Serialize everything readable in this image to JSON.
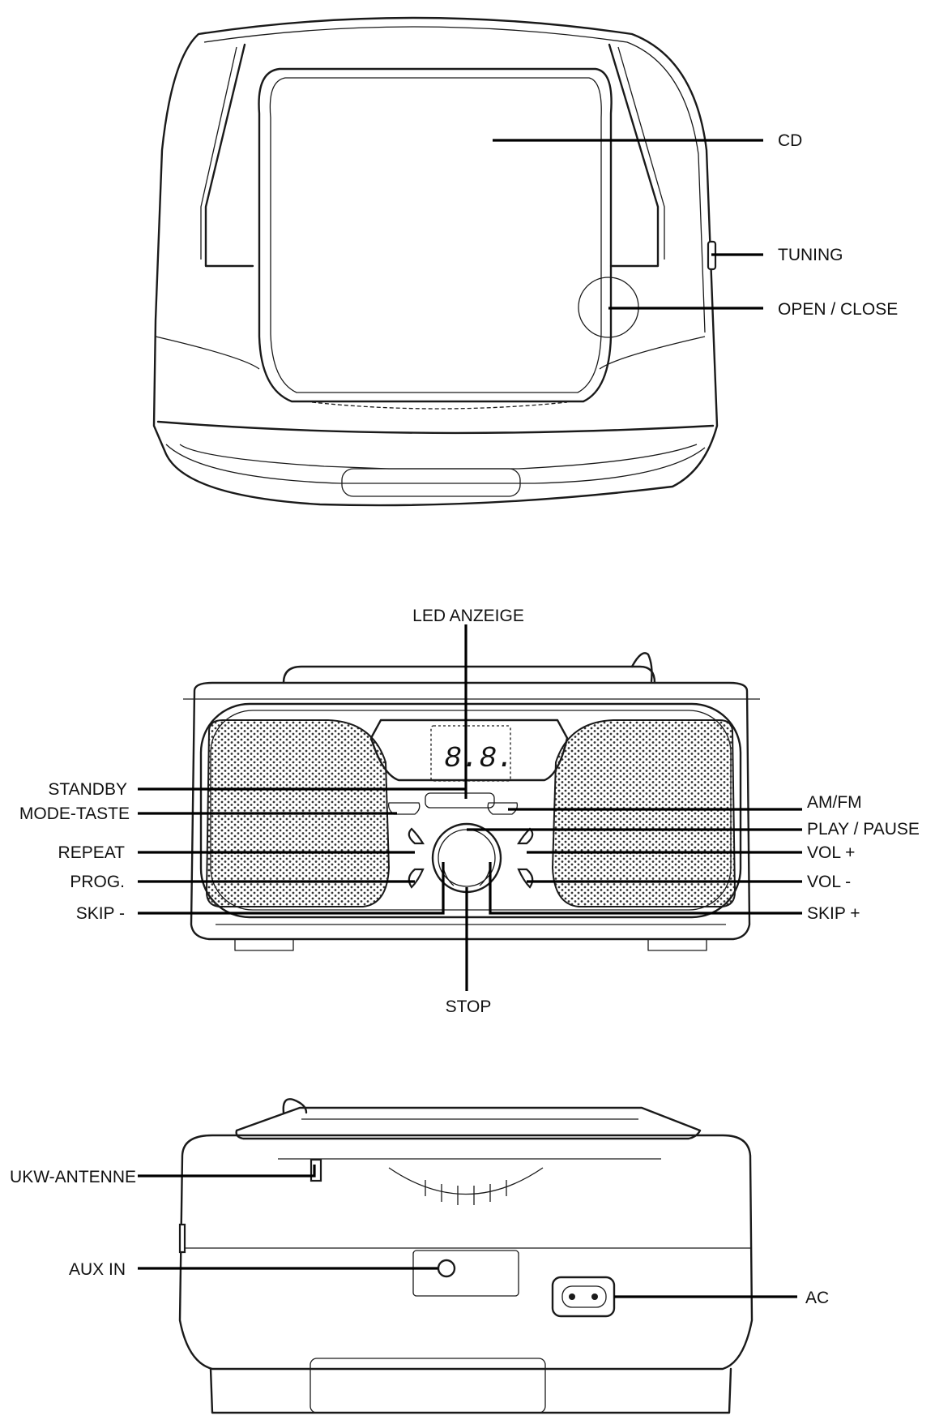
{
  "top_view": {
    "labels": {
      "cd": "CD",
      "tuning": "TUNING",
      "open_close": "OPEN / CLOSE"
    }
  },
  "front_view": {
    "labels": {
      "led": "LED ANZEIGE",
      "standby": "STANDBY",
      "mode": "MODE-TASTE",
      "repeat": "REPEAT",
      "prog": "PROG.",
      "skip_minus": "SKIP -",
      "amfm": "AM/FM",
      "play_pause": "PLAY / PAUSE",
      "vol_plus": "VOL +",
      "vol_minus": "VOL -",
      "skip_plus": "SKIP +",
      "stop": "STOP"
    },
    "display_text": "8.8."
  },
  "back_view": {
    "labels": {
      "antenna": "UKW-ANTENNE",
      "aux_in": "AUX IN",
      "ac": "AC"
    }
  }
}
